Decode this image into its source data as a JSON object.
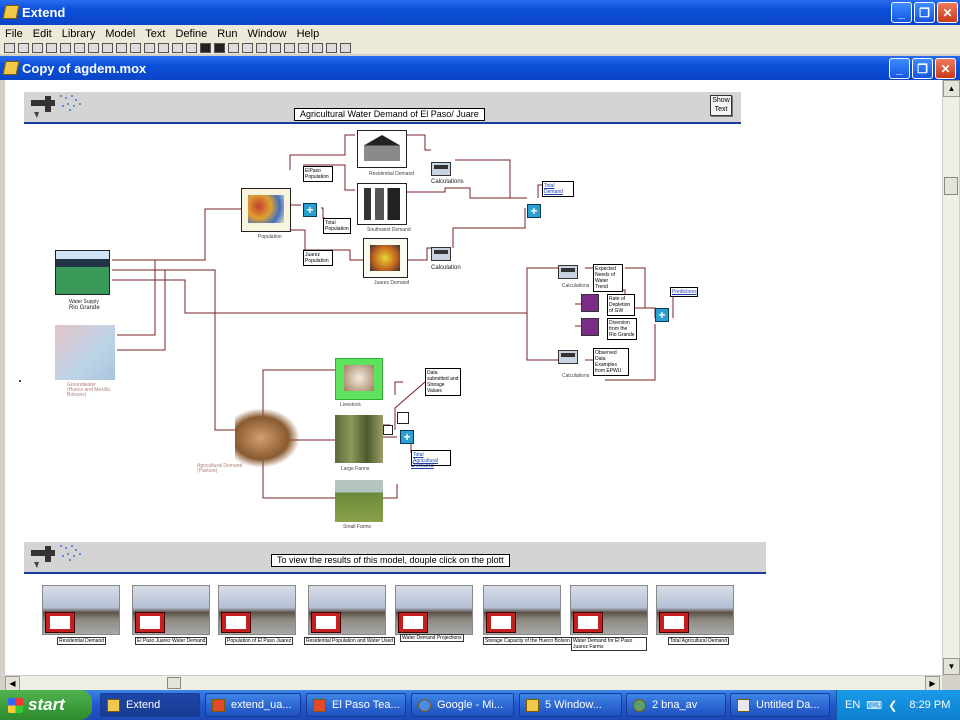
{
  "app": {
    "title": "Extend",
    "menu": [
      "File",
      "Edit",
      "Library",
      "Model",
      "Text",
      "Define",
      "Run",
      "Window",
      "Help"
    ]
  },
  "document": {
    "title": "Copy of agdem.mox",
    "banner_title": "Agricultural Water Demand of El Paso/  Juare",
    "show_text": "Show Text",
    "results_banner": "To view the results of this model, douple click on the plott"
  },
  "blocks": {
    "water_supply": "Water Supply",
    "rio_grande": "Rio Grande",
    "groundwater": "Groundwater\n(Hueco and Mesilla\nBolsons)",
    "population": "Population",
    "elpaso_population": "ElPaso Population",
    "total_population": "Total Population",
    "juarez_population": "Juarez Population",
    "residential_demand": "Residential Demand",
    "southwest_demand": "Southwest Demand",
    "juarez_demand": "Juarez Demand",
    "calculations": "Calculations",
    "calculation": "Calculation",
    "total_demand": "Total Demand",
    "expected_needs": "Expected Needs of Water Trend",
    "rate_depletion": "Rate of Depletion of GW",
    "diversion": "Diversion from the Rio Grande",
    "predictions": "Predictions",
    "observed_data": "Observed Data Examples from EPWU",
    "livestock": "Livestock",
    "large_farms": "Large Farms",
    "small_farms": "Small Farms",
    "agricultural": "Agricultural Demand\n(Pasture)",
    "data_note": "Data submitted and Storage Values",
    "total_agricultural": "Total Agricultural",
    "demand": "Demand"
  },
  "plots": [
    "Residential Demand",
    "El Paso Juarez Water Demand",
    "Population of El Paso Juarez",
    "Residential Population and Water Used",
    "Water Demand Projections",
    "Storage Capacity of the Hueco Bolson",
    "Water Demand for El Paso Juarez Farms",
    "Total Agricultural Demand"
  ],
  "taskbar": {
    "start": "start",
    "tasks": [
      "Extend",
      "extend_ua...",
      "El Paso Tea...",
      "Google - Mi...",
      "5 Window...",
      "2 bna_av",
      "Untitled Da..."
    ],
    "lang": "EN",
    "time": "8:29 PM"
  }
}
